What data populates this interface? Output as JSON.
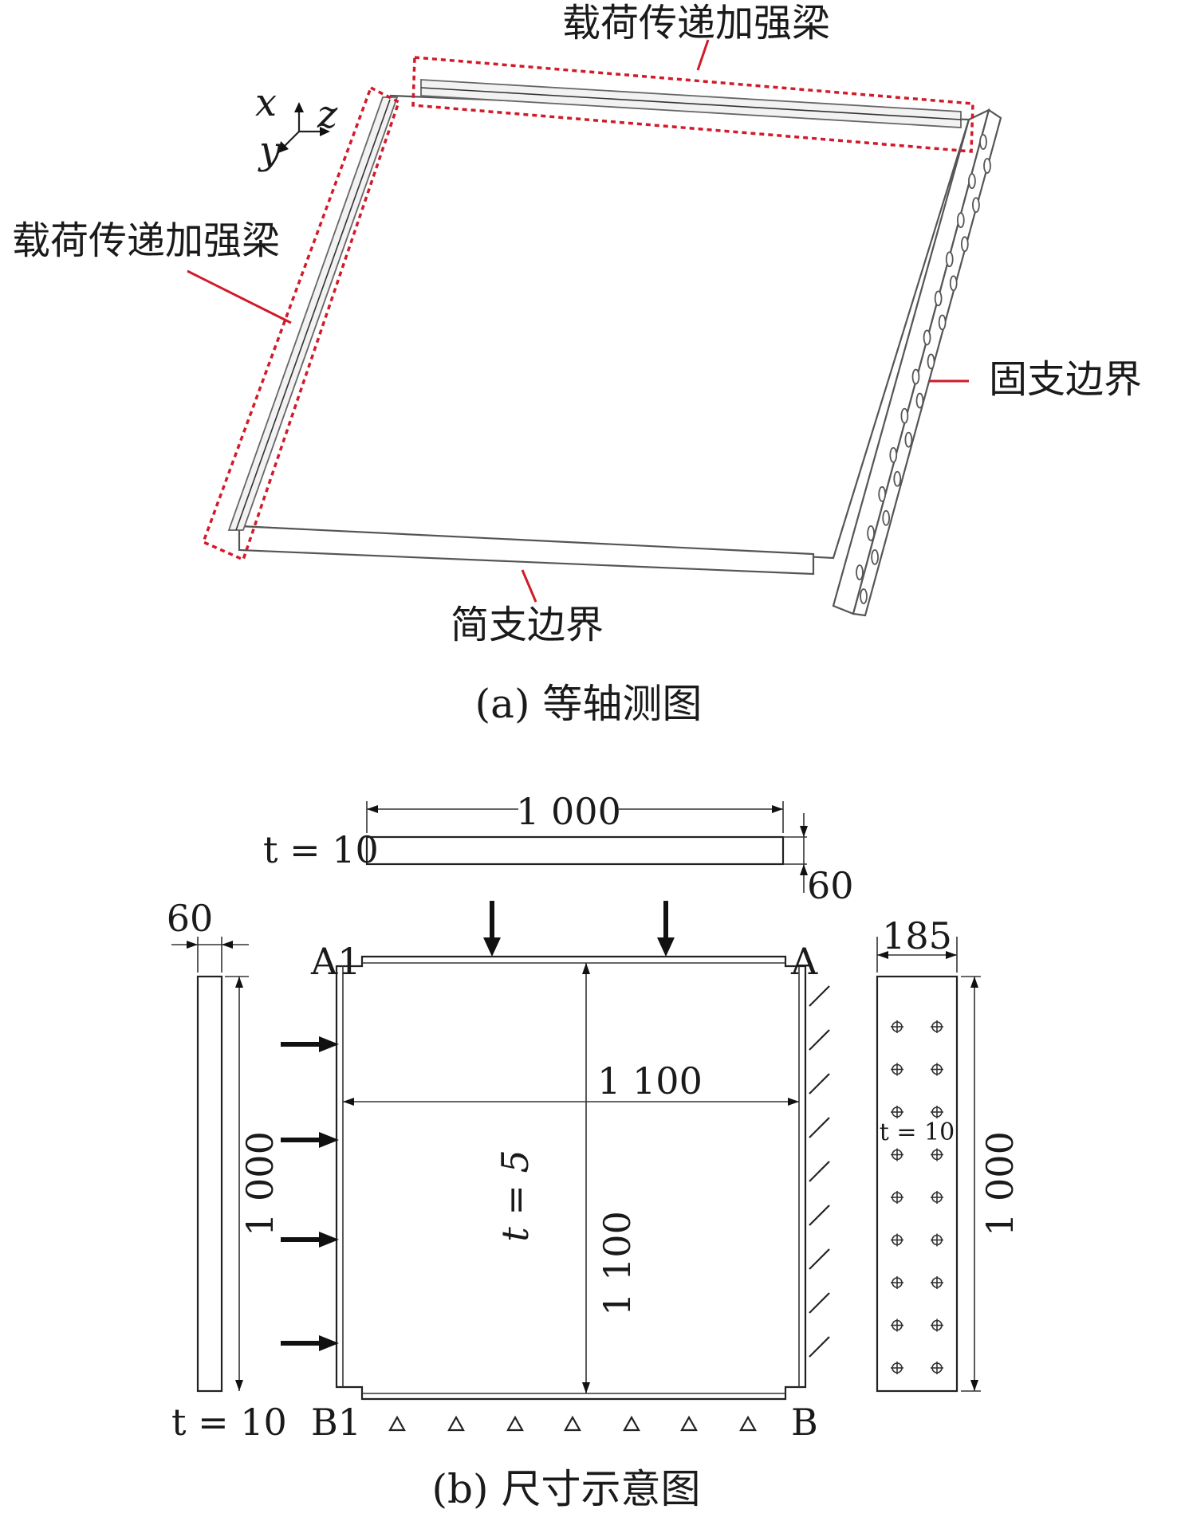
{
  "panel_a": {
    "caption": "(a) 等轴测图",
    "label_top_beam": "载荷传递加强梁",
    "label_left_beam": "载荷传递加强梁",
    "label_fixed": "固支边界",
    "label_simple": "简支边界",
    "axes": {
      "x": "x",
      "y": "y",
      "z": "z"
    }
  },
  "panel_b": {
    "caption": "(b) 尺寸示意图",
    "top_beam": {
      "length": "1 000",
      "t": "t = 10",
      "height": "60"
    },
    "left_beam": {
      "width": "60",
      "length": "1 000",
      "t": "t = 10"
    },
    "plate": {
      "width": "1 100",
      "height": "1 100",
      "t": "t = 5"
    },
    "corners": {
      "A1": "A1",
      "A": "A",
      "B1": "B1",
      "B": "B"
    },
    "right_plate": {
      "width": "185",
      "length": "1 000",
      "t": "t = 10"
    }
  }
}
